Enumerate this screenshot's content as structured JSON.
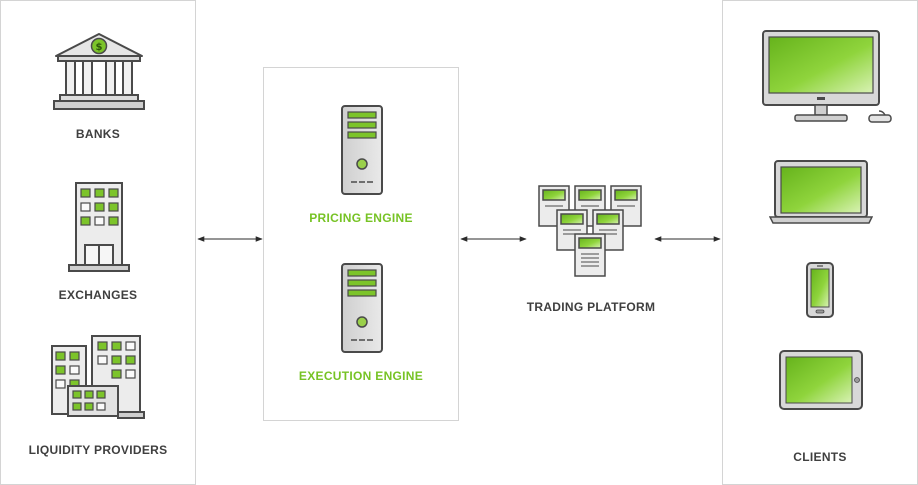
{
  "left": {
    "banks_label": "BANKS",
    "exchanges_label": "EXCHANGES",
    "liquidity_label": "LIQUIDITY PROVIDERS"
  },
  "center": {
    "pricing_label": "PRICING ENGINE",
    "execution_label": "EXECUTION ENGINE"
  },
  "platform": {
    "label": "TRADING PLATFORM"
  },
  "right": {
    "clients_label": "CLIENTS"
  },
  "colors": {
    "accent": "#77c325",
    "label": "#3f3f3f",
    "border": "#d4d4d4"
  },
  "icons": [
    "bank-icon",
    "exchange-building-icon",
    "liquidity-buildings-icon",
    "server-icon",
    "server-cluster-icon",
    "desktop-monitor-icon",
    "laptop-icon",
    "smartphone-icon",
    "tablet-icon"
  ]
}
